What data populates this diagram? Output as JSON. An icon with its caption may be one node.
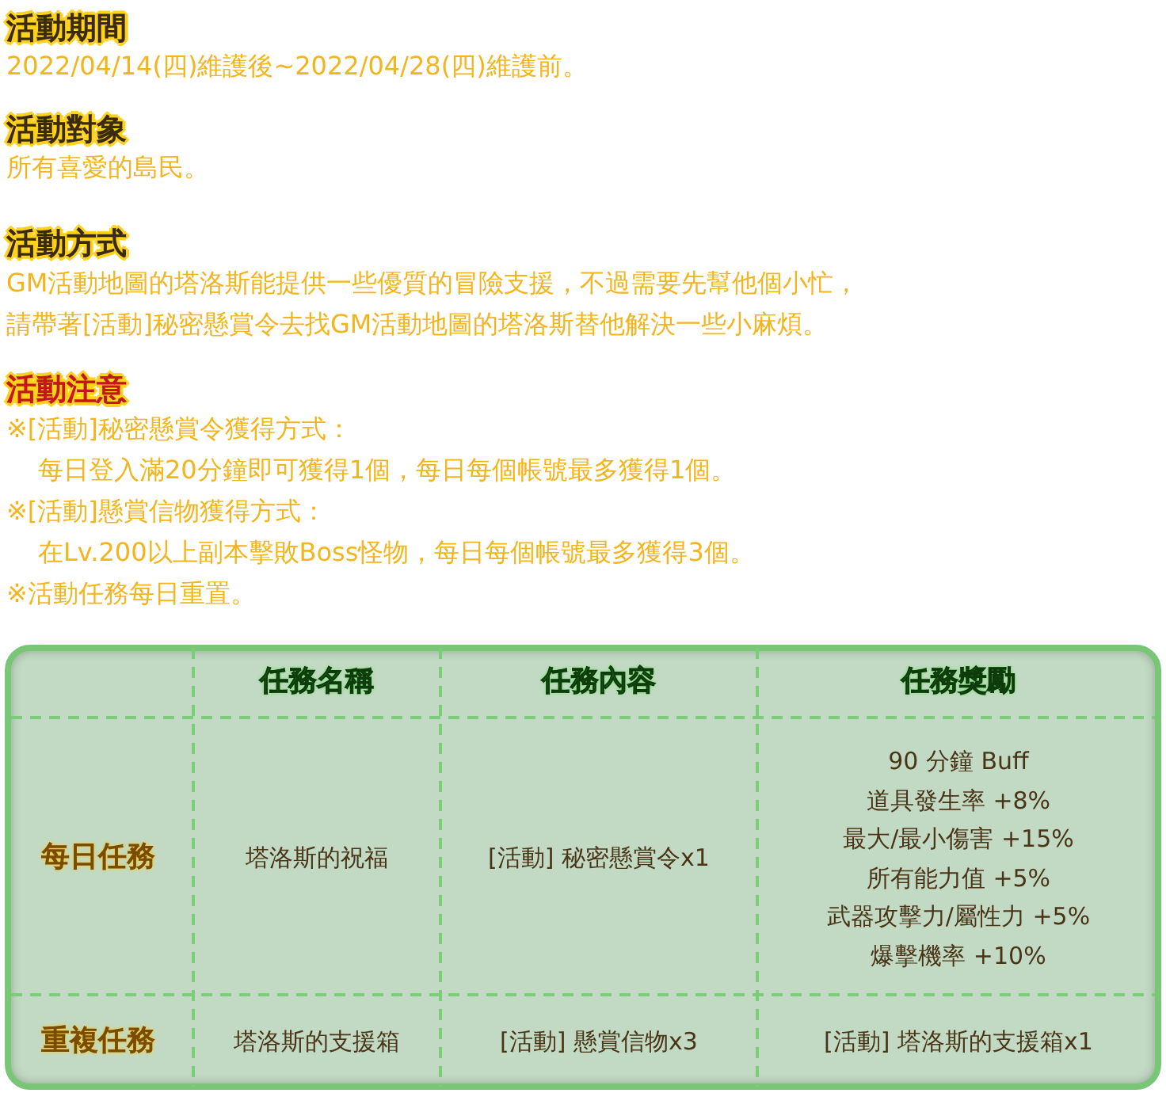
{
  "diagram": {
    "labels": [
      "活動期間",
      "2022/04/14(四)維護後~2022/04/28(四)維護前。",
      "活動對象",
      "所有喜愛的島民。",
      "活動方式",
      "GM活動地圖的塔洛斯能提供一些優質的冒險支援，不過需要先幫他個小忙，",
      "請帶著[活動]秘密懸賞令去找GM活動地圖的塔洛斯替他解決一些小麻煩。",
      "活動注意",
      "※[活動]秘密懸賞令獲得方式：",
      "每日登入滿20分鐘即可獲得1個，每日每個帳號最多獲得1個。",
      "※[活動]懸賞信物獲得方式：",
      "在Lv.200以上副本擊敗Boss怪物，每日每個帳號最多獲得3個。",
      "※活動任務每日重置。",
      "任務名稱",
      "任務內容",
      "任務獎勵",
      "每日任務",
      "塔洛斯的祝福",
      "[活動] 秘密懸賞令x1",
      "90 分鐘 Buff",
      "道具發生率 +8%",
      "最大/最小傷害 +15%",
      "所有能力值 +5%",
      "武器攻擊力/屬性力 +5%",
      "爆擊機率 +10%",
      "重複任務",
      "塔洛斯的支援箱",
      "[活動] 懸賞信物x3",
      "[活動] 塔洛斯的支援箱x1"
    ]
  }
}
